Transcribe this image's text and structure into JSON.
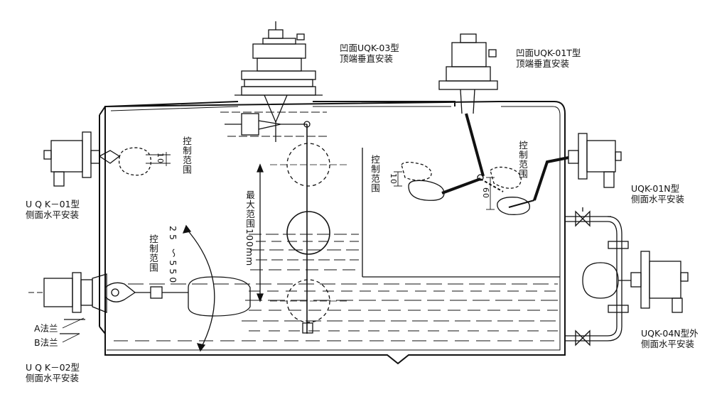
{
  "labels": {
    "uqk03_line1": "凹面UQK-03型",
    "uqk03_line2": "顶端垂直安装",
    "uqk01t_line1": "凹面UQK-01T型",
    "uqk01t_line2": "顶端垂直安装",
    "uqk01_line1": "U Q K－01型",
    "uqk01_line2": "侧面水平安装",
    "uqk01n_line1": "UQK-01N型",
    "uqk01n_line2": "侧面水平安装",
    "uqk04n_line1": "UQK-04N型外",
    "uqk04n_line2": "侧面水平安装",
    "uqk02_line1": "U Q K－02型",
    "uqk02_line2": "侧面水平安装",
    "a_flange": "A法兰",
    "b_flange": "B法兰",
    "control_range": "控制范围",
    "max_range": "最大范围100mm",
    "range_25_550": "25 ～550",
    "dim_10_left": "10",
    "dim_10_right": "10",
    "dim_60": "60"
  },
  "colors": {
    "line": "#111111",
    "background": "#ffffff"
  }
}
